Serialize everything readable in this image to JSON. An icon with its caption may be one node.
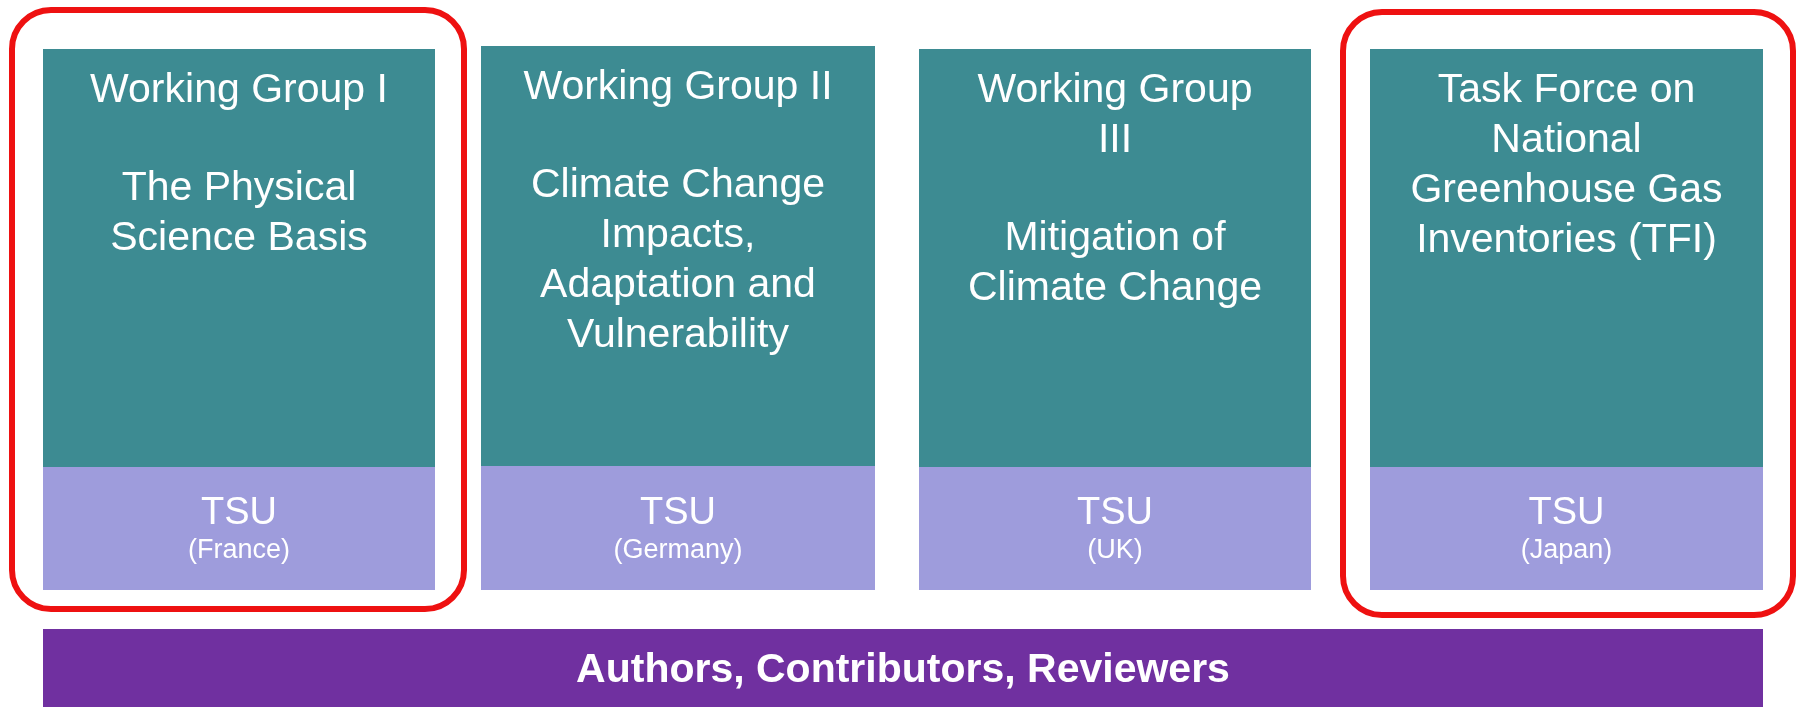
{
  "diagram": {
    "nodes": [
      {
        "text": [],
        "shape": "box"
      },
      {
        "text": [
          "Working Group I",
          "The Physical Science Basis"
        ],
        "in": 0
      },
      {
        "text": [
          "TSU",
          "(France)"
        ],
        "in": 0
      },
      {
        "text": [
          "Working Group II",
          "Climate Change Impacts, Adaptation and Vulnerability"
        ]
      },
      {
        "text": [
          "TSU",
          "(Germany)"
        ]
      },
      {
        "text": [
          "Working Group III",
          "Mitigation of Climate Change"
        ]
      },
      {
        "text": [
          "TSU",
          "(UK)"
        ]
      },
      {
        "text": [],
        "shape": "box"
      },
      {
        "text": [
          "Task Force on National Greenhouse Gas Inventories (TFI)"
        ],
        "in": 7
      },
      {
        "text": [
          "TSU",
          "(Japan)"
        ],
        "in": 7
      },
      {
        "text": [
          "Authors, Contributors, Reviewers"
        ]
      }
    ]
  }
}
